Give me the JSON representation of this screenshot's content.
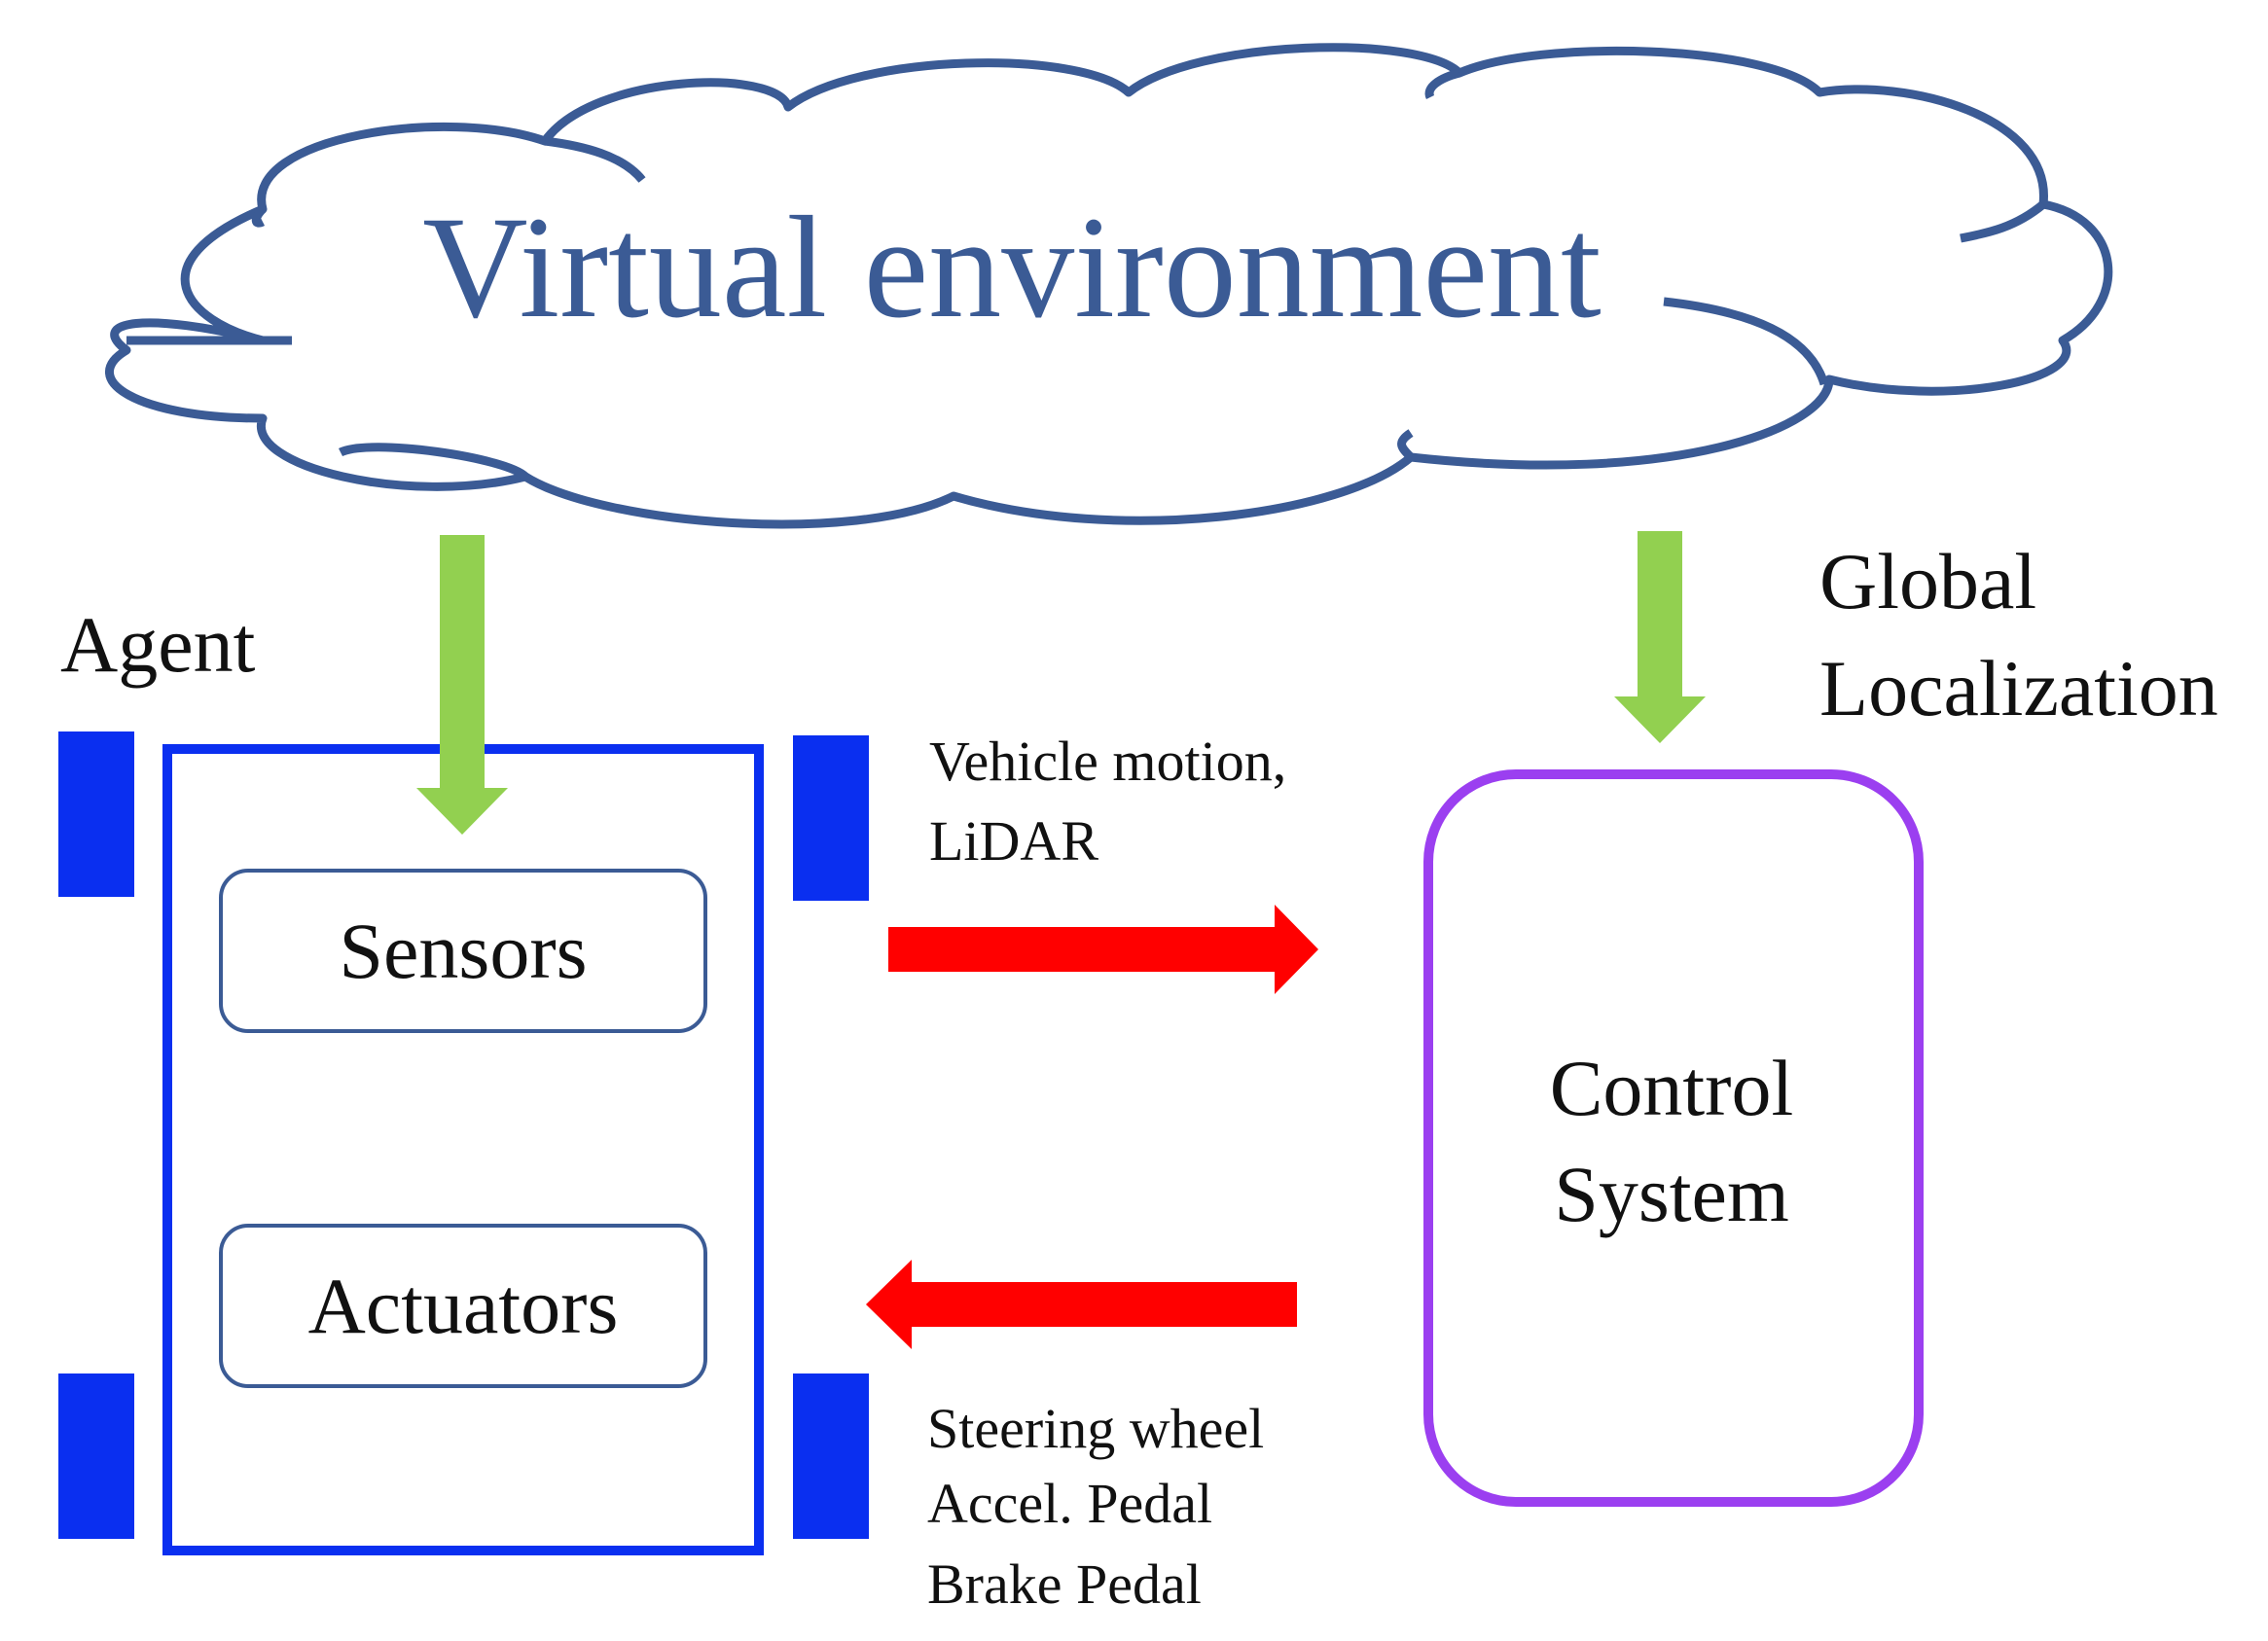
{
  "cloud": {
    "title": "Virtual environment"
  },
  "agent": {
    "label": "Agent",
    "sensors": "Sensors",
    "actuators": "Actuators"
  },
  "control": {
    "line1": "Control",
    "line2": "System"
  },
  "global_localization": {
    "line1": "Global",
    "line2": "Localization"
  },
  "forward_signal": {
    "line1": "Vehicle motion,",
    "line2": "LiDAR"
  },
  "backward_signal": {
    "line1": "Steering wheel",
    "line2": "Accel. Pedal",
    "line3": "Brake Pedal"
  },
  "colors": {
    "cloud_stroke": "#3b5b95",
    "agent_blue": "#0a2ff0",
    "control_purple": "#9b3ff0",
    "green_arrow": "#92d050",
    "red_arrow": "#ff0000"
  }
}
